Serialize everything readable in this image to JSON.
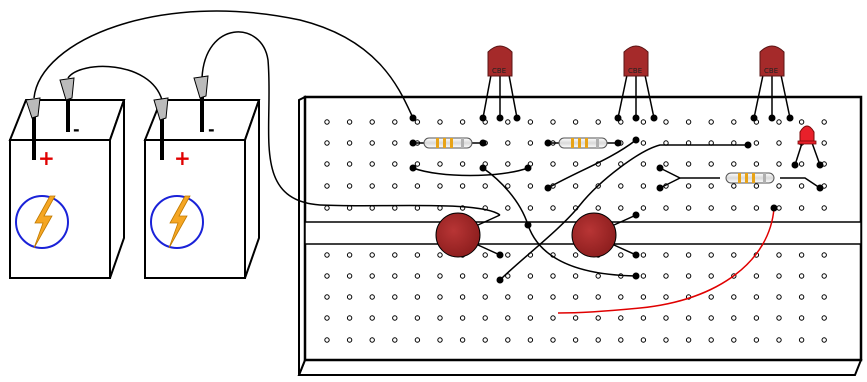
{
  "diagram": {
    "batteries": [
      {
        "positive_label": "+",
        "negative_label": "-",
        "symbol": "lightning-bolt-icon"
      },
      {
        "positive_label": "+",
        "negative_label": "-",
        "symbol": "lightning-bolt-icon"
      }
    ],
    "transistors": [
      {
        "pin_label": "CBE"
      },
      {
        "pin_label": "CBE"
      },
      {
        "pin_label": "CBE"
      }
    ],
    "colors": {
      "transistor_body": "#a52a2a",
      "capacitor_body": "#a52a2a",
      "led": "#e8202a",
      "red_wire": "#e00000",
      "battery_plus": "#e00000",
      "battery_badge_ring": "#1a22d8",
      "bolt": "#f5a623",
      "resistor_band": "#e8a317"
    }
  }
}
